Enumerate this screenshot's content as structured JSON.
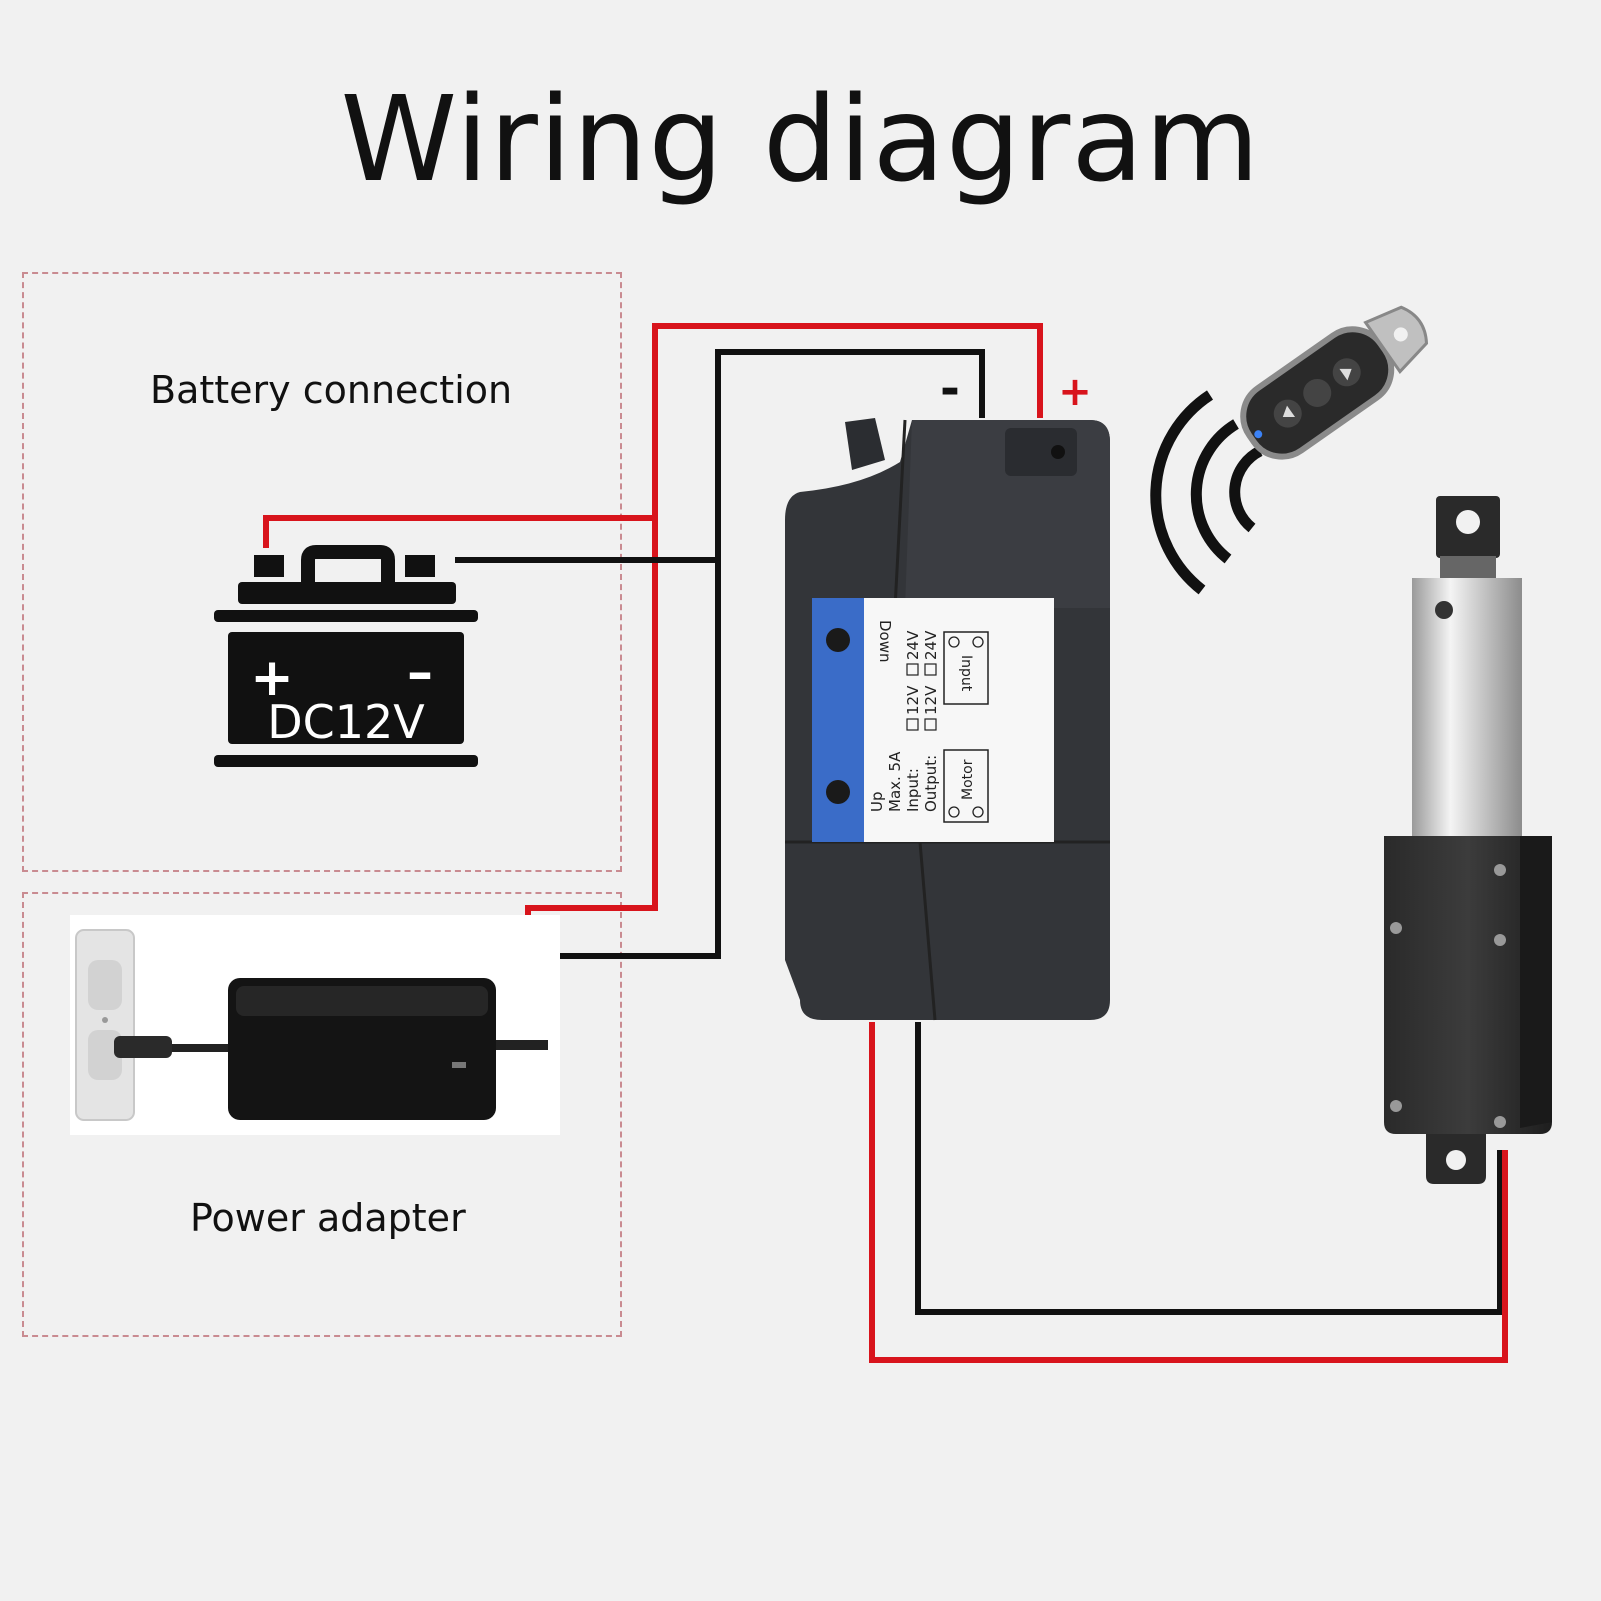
{
  "title": "Wiring diagram",
  "groups": {
    "battery": {
      "label": "Battery connection"
    },
    "adapter": {
      "label": "Power adapter"
    }
  },
  "battery": {
    "plus": "+",
    "minus": "–",
    "voltage": "DC12V"
  },
  "controller": {
    "terminal_minus": "-",
    "terminal_plus": "+",
    "panel": {
      "down": "Down",
      "up": "Up",
      "max": "Max. 5A",
      "input": "Input:",
      "output": "Output:",
      "v12": "12V",
      "v24": "24V",
      "port_input": "Input",
      "port_motor": "Motor"
    }
  },
  "colors": {
    "wire_positive": "#d8141c",
    "wire_negative": "#111111",
    "panel_blue": "#3a6cc8",
    "box_dash": "#c98b91"
  },
  "icons": [
    "battery-icon",
    "wall-outlet-icon",
    "power-adapter-icon",
    "remote-control-icon",
    "wireless-signal-icon",
    "linear-actuator-icon"
  ]
}
